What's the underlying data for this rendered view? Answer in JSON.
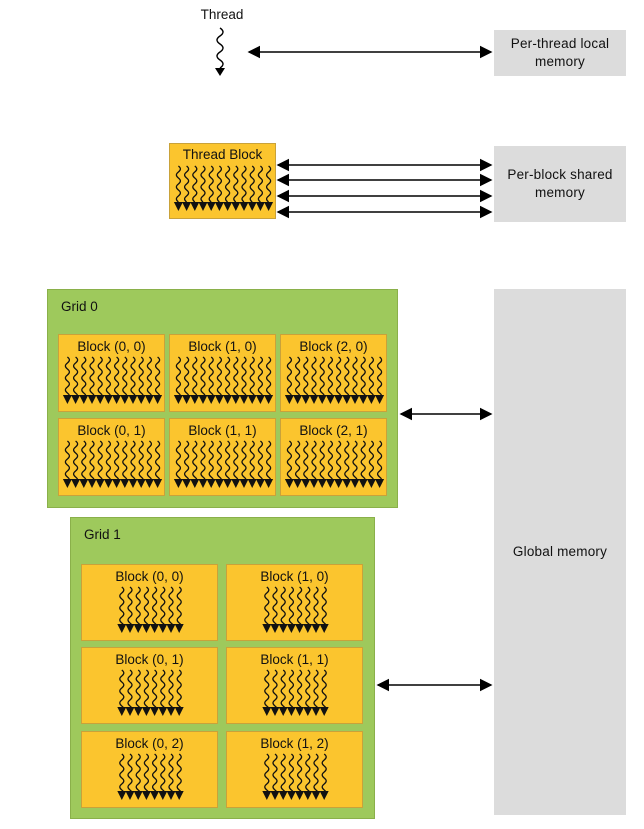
{
  "thread": {
    "label": "Thread"
  },
  "thread_block": {
    "label": "Thread Block"
  },
  "memory": {
    "local": "Per-thread local memory",
    "shared": "Per-block shared memory",
    "global": "Global memory"
  },
  "grids": [
    {
      "label": "Grid 0",
      "blocks": [
        "Block (0, 0)",
        "Block (1, 0)",
        "Block (2, 0)",
        "Block (0, 1)",
        "Block (1, 1)",
        "Block (2, 1)"
      ]
    },
    {
      "label": "Grid 1",
      "blocks": [
        "Block (0, 0)",
        "Block (1, 0)",
        "Block (0, 1)",
        "Block (1, 1)",
        "Block (0, 2)",
        "Block (1, 2)"
      ]
    }
  ],
  "colors": {
    "grid": "#9ec95c",
    "block": "#fbc52e",
    "memory": "#dcdcdc"
  }
}
